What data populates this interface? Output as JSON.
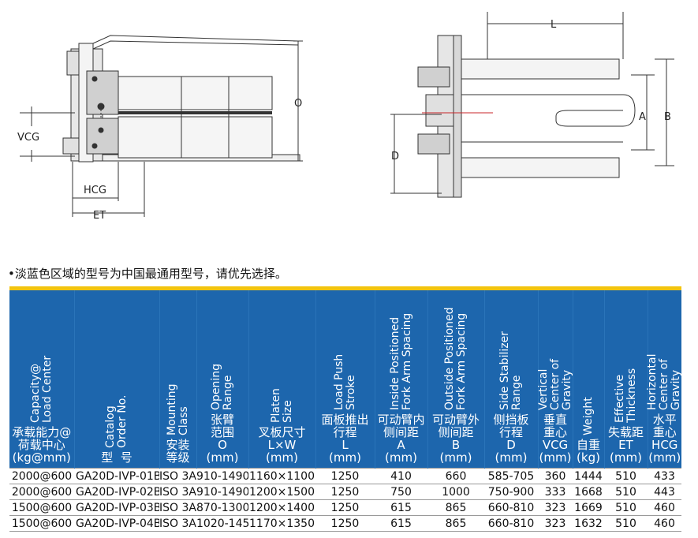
{
  "diagram_left": {
    "labels": {
      "vcg": "VCG",
      "hcg": "HCG",
      "et": "ET",
      "opening": "O"
    }
  },
  "diagram_right": {
    "labels": {
      "l": "L",
      "a": "A",
      "b": "B",
      "d": "D"
    }
  },
  "note": "•淡蓝色区域的型号为中国最通用型号，请优先选择。",
  "colors": {
    "header_bg": "#1d66ad",
    "accent_bar": "#f2c40f",
    "header_text": "#ffffff"
  },
  "table": {
    "columns": [
      {
        "en": "Capacity@\nLoad Center",
        "zh": "承载能力@\n荷载中心",
        "sym": "(kg@mm)"
      },
      {
        "en": "Catalog\nOrder No.",
        "zh": "型  号",
        "sym": ""
      },
      {
        "en": "Mounting\nClass",
        "zh": "安装\n等级",
        "sym": ""
      },
      {
        "en": "Opening\nRange",
        "zh": "张臂\n范围",
        "sym": "O\n(mm)"
      },
      {
        "en": "Platen\nSize",
        "zh": "叉板尺寸",
        "sym": "L×W\n(mm)"
      },
      {
        "en": "Load Push\nStroke",
        "zh": "面板推出\n行程",
        "sym": "L\n(mm)"
      },
      {
        "en": "Inside Positioned\nFork Arm Spacing",
        "zh": "可动臂内\n侧间距",
        "sym": "A\n(mm)"
      },
      {
        "en": "Outside Positioned\nFork Arm Spacing",
        "zh": "可动臂外\n侧间距",
        "sym": "B\n(mm)"
      },
      {
        "en": "Side Stabilizer\nRange",
        "zh": "侧挡板\n行程",
        "sym": "D\n(mm)"
      },
      {
        "en": "Vertical\nCenter of\nGravity",
        "zh": "垂直\n重心",
        "sym": "VCG\n(mm)"
      },
      {
        "en": "Weight",
        "zh": "自重\n(kg)",
        "sym": ""
      },
      {
        "en": "Effective\nThickness",
        "zh": "失载距\nET",
        "sym": "(mm)"
      },
      {
        "en": "Horizontal\nCenter of\nGravity",
        "zh": "水平\n重心",
        "sym": "HCG\n(mm)"
      }
    ],
    "rows": [
      [
        "2000@600",
        "GA20D-IVP-01B",
        "ISO 3A",
        "910-1490",
        "1160×1100",
        "1250",
        "410",
        "660",
        "585-705",
        "360",
        "1444",
        "510",
        "433"
      ],
      [
        "2000@600",
        "GA20D-IVP-02B",
        "ISO 3A",
        "910-1490",
        "1200×1500",
        "1250",
        "750",
        "1000",
        "750-900",
        "333",
        "1668",
        "510",
        "443"
      ],
      [
        "1500@600",
        "GA20D-IVP-03B",
        "ISO 3A",
        "870-1300",
        "1200×1400",
        "1250",
        "615",
        "865",
        "660-810",
        "323",
        "1669",
        "510",
        "460"
      ],
      [
        "1500@600",
        "GA20D-IVP-04B",
        "ISO 3A",
        "1020-1450",
        "1170×1350",
        "1250",
        "615",
        "865",
        "660-810",
        "323",
        "1632",
        "510",
        "460"
      ]
    ]
  }
}
